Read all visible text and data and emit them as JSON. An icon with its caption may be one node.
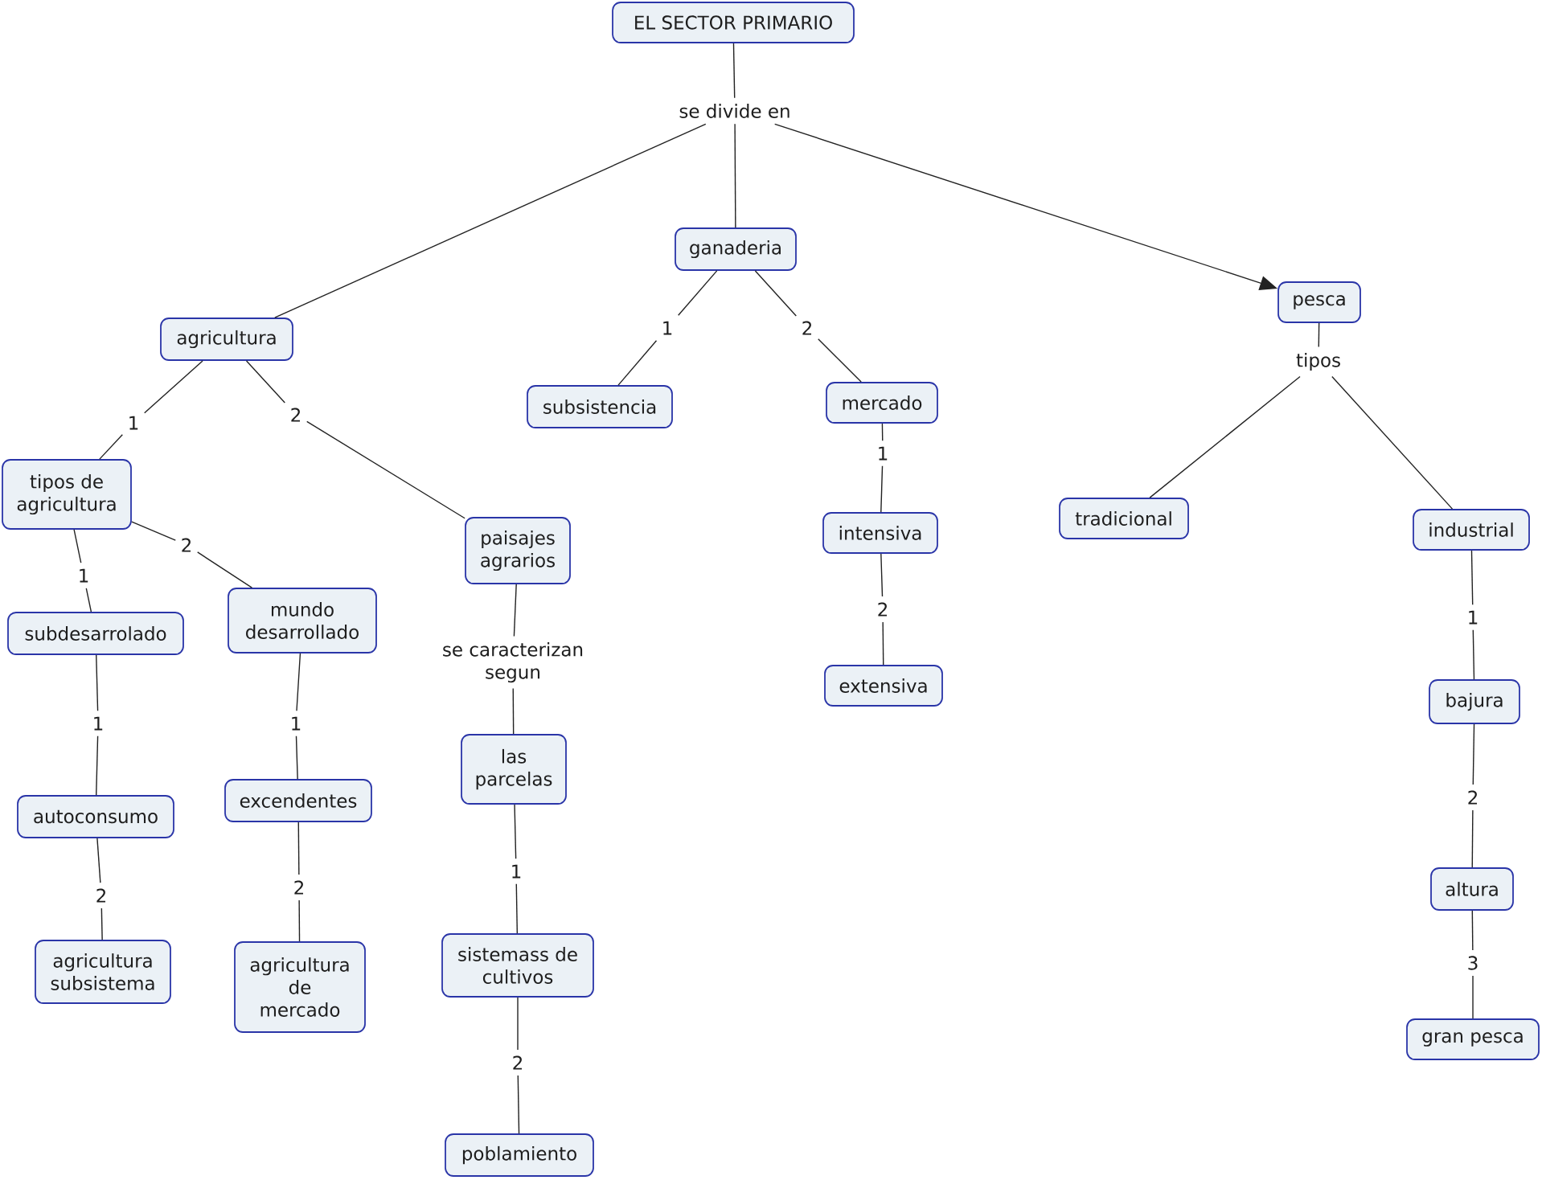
{
  "diagram": {
    "nodes": [
      {
        "text": [
          "EL SECTOR PRIMARIO"
        ]
      },
      {
        "text": [
          "se divide en"
        ]
      },
      {
        "text": [
          "agricultura"
        ]
      },
      {
        "text": [
          "ganaderia"
        ]
      },
      {
        "text": [
          "pesca"
        ]
      },
      {
        "text": [
          "1"
        ]
      },
      {
        "text": [
          "2"
        ]
      },
      {
        "text": [
          "1"
        ]
      },
      {
        "text": [
          "2"
        ]
      },
      {
        "text": [
          "tipos"
        ]
      },
      {
        "text": [
          "tipos de agricultura"
        ]
      },
      {
        "text": [
          "paisajes agrarios"
        ]
      },
      {
        "text": [
          "subsistencia"
        ]
      },
      {
        "text": [
          "mercado"
        ]
      },
      {
        "text": [
          "1"
        ]
      },
      {
        "text": [
          "intensiva"
        ]
      },
      {
        "text": [
          "2"
        ]
      },
      {
        "text": [
          "extensiva"
        ]
      },
      {
        "text": [
          "tradicional"
        ]
      },
      {
        "text": [
          "industrial"
        ]
      },
      {
        "text": [
          "1"
        ]
      },
      {
        "text": [
          "2"
        ]
      },
      {
        "text": [
          "subdesarrolado"
        ]
      },
      {
        "text": [
          "mundo desarrollado"
        ]
      },
      {
        "text": [
          "se caracterizan segun"
        ]
      },
      {
        "text": [
          "1"
        ]
      },
      {
        "text": [
          "autoconsumo"
        ]
      },
      {
        "text": [
          "2"
        ]
      },
      {
        "text": [
          "agricultura subsistema"
        ]
      },
      {
        "text": [
          "1"
        ]
      },
      {
        "text": [
          "excendentes"
        ]
      },
      {
        "text": [
          "2"
        ]
      },
      {
        "text": [
          "agricultura de mercado"
        ]
      },
      {
        "text": [
          "las parcelas"
        ]
      },
      {
        "text": [
          "1"
        ]
      },
      {
        "text": [
          "sistemass de cultivos"
        ]
      },
      {
        "text": [
          "2"
        ]
      },
      {
        "text": [
          "poblamiento"
        ]
      },
      {
        "text": [
          "1"
        ]
      },
      {
        "text": [
          "bajura"
        ]
      },
      {
        "text": [
          "2"
        ]
      },
      {
        "text": [
          "altura"
        ]
      },
      {
        "text": [
          "3"
        ]
      },
      {
        "text": [
          "gran pesca"
        ]
      }
    ],
    "edges": [
      {
        "from": 0,
        "to": 1,
        "arrow": "none"
      },
      {
        "from": 1,
        "to": 2,
        "arrow": "none"
      },
      {
        "from": 1,
        "to": 3,
        "arrow": "none"
      },
      {
        "from": 1,
        "to": 4,
        "arrow": "to"
      },
      {
        "from": 2,
        "to": 5,
        "arrow": "none"
      },
      {
        "from": 5,
        "to": 10,
        "arrow": "none"
      },
      {
        "from": 2,
        "to": 6,
        "arrow": "none"
      },
      {
        "from": 6,
        "to": 11,
        "arrow": "none"
      },
      {
        "from": 3,
        "to": 7,
        "arrow": "none"
      },
      {
        "from": 7,
        "to": 12,
        "arrow": "none"
      },
      {
        "from": 3,
        "to": 8,
        "arrow": "none"
      },
      {
        "from": 8,
        "to": 13,
        "arrow": "none"
      },
      {
        "from": 13,
        "to": 14,
        "arrow": "none"
      },
      {
        "from": 14,
        "to": 15,
        "arrow": "none"
      },
      {
        "from": 15,
        "to": 16,
        "arrow": "none"
      },
      {
        "from": 16,
        "to": 17,
        "arrow": "none"
      },
      {
        "from": 4,
        "to": 9,
        "arrow": "none"
      },
      {
        "from": 9,
        "to": 18,
        "arrow": "none"
      },
      {
        "from": 9,
        "to": 19,
        "arrow": "none"
      },
      {
        "from": 10,
        "to": 20,
        "arrow": "none"
      },
      {
        "from": 20,
        "to": 22,
        "arrow": "none"
      },
      {
        "from": 10,
        "to": 21,
        "arrow": "none"
      },
      {
        "from": 21,
        "to": 23,
        "arrow": "none"
      },
      {
        "from": 11,
        "to": 24,
        "arrow": "none"
      },
      {
        "from": 24,
        "to": 33,
        "arrow": "none"
      },
      {
        "from": 22,
        "to": 25,
        "arrow": "none"
      },
      {
        "from": 25,
        "to": 26,
        "arrow": "none"
      },
      {
        "from": 26,
        "to": 27,
        "arrow": "none"
      },
      {
        "from": 27,
        "to": 28,
        "arrow": "none"
      },
      {
        "from": 23,
        "to": 29,
        "arrow": "none"
      },
      {
        "from": 29,
        "to": 30,
        "arrow": "none"
      },
      {
        "from": 30,
        "to": 31,
        "arrow": "none"
      },
      {
        "from": 31,
        "to": 32,
        "arrow": "none"
      },
      {
        "from": 33,
        "to": 34,
        "arrow": "none"
      },
      {
        "from": 34,
        "to": 35,
        "arrow": "none"
      },
      {
        "from": 35,
        "to": 36,
        "arrow": "none"
      },
      {
        "from": 36,
        "to": 37,
        "arrow": "none"
      },
      {
        "from": 19,
        "to": 38,
        "arrow": "none"
      },
      {
        "from": 38,
        "to": 39,
        "arrow": "none"
      },
      {
        "from": 39,
        "to": 40,
        "arrow": "none"
      },
      {
        "from": 40,
        "to": 41,
        "arrow": "none"
      },
      {
        "from": 41,
        "to": 42,
        "arrow": "none"
      },
      {
        "from": 42,
        "to": 43,
        "arrow": "none"
      }
    ]
  }
}
